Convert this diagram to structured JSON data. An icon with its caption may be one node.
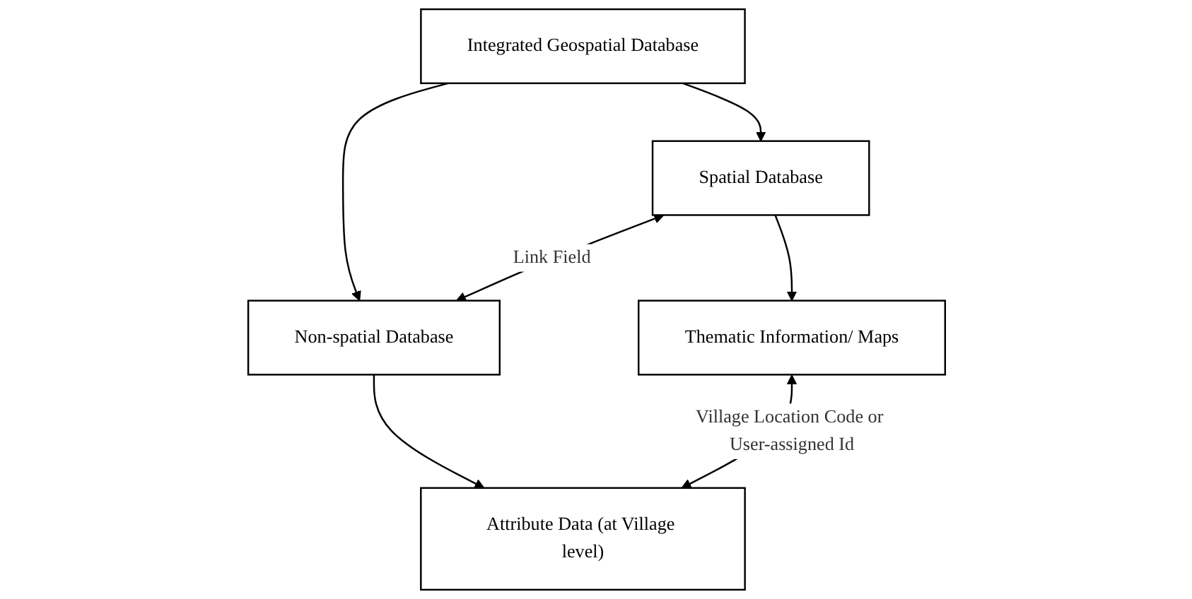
{
  "diagram": {
    "nodes": [
      {
        "text": [
          "Integrated Geospatial Database"
        ]
      },
      {
        "text": [
          "Spatial Database"
        ]
      },
      {
        "text": [
          "Non-spatial Database"
        ]
      },
      {
        "text": [
          "Thematic Information/ Maps"
        ]
      },
      {
        "text": [
          "Attribute Data (at Village level)"
        ]
      }
    ],
    "edges": [
      {
        "from": 0,
        "to": 1,
        "arrow": "to"
      },
      {
        "from": 0,
        "to": 2,
        "arrow": "to"
      },
      {
        "from": 1,
        "to": 2,
        "arrow": "both",
        "label": "Link Field"
      },
      {
        "from": 1,
        "to": 3,
        "arrow": "to"
      },
      {
        "from": 2,
        "to": 4,
        "arrow": "to"
      },
      {
        "from": 3,
        "to": 4,
        "arrow": "both",
        "label": "Village Location Code or User-assigned Id"
      }
    ]
  }
}
